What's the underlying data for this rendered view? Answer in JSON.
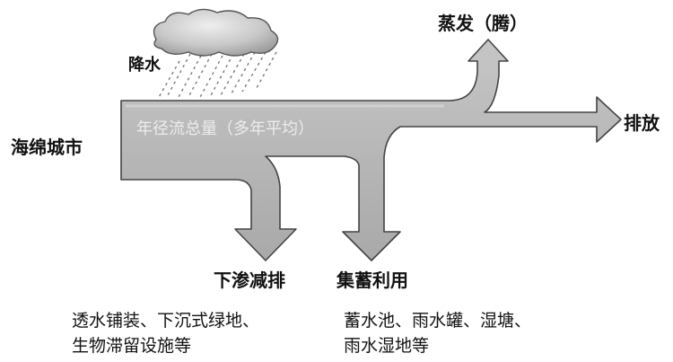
{
  "diagram": {
    "city_label": "海绵城市",
    "rain_label": "降水",
    "evaporation_label": "蒸发（腾）",
    "discharge_label": "排放",
    "flow_label": "年径流总量（多年平均）",
    "infiltration": {
      "title": "下渗减排",
      "desc_line1": "透水铺装、下沉式绿地、",
      "desc_line2": "生物滞留设施等"
    },
    "storage": {
      "title": "集蓄利用",
      "desc_line1": "蓄水池、雨水罐、湿塘、",
      "desc_line2": "雨水湿地等"
    },
    "icons": [
      "cloud-icon",
      "rain-icon"
    ],
    "colors": {
      "flow_fill": "#b9b9b9",
      "flow_stroke": "#444444",
      "cloud_fill": "#d2d2d2",
      "text": "#111111",
      "flow_text": "#e8e8e8"
    }
  }
}
